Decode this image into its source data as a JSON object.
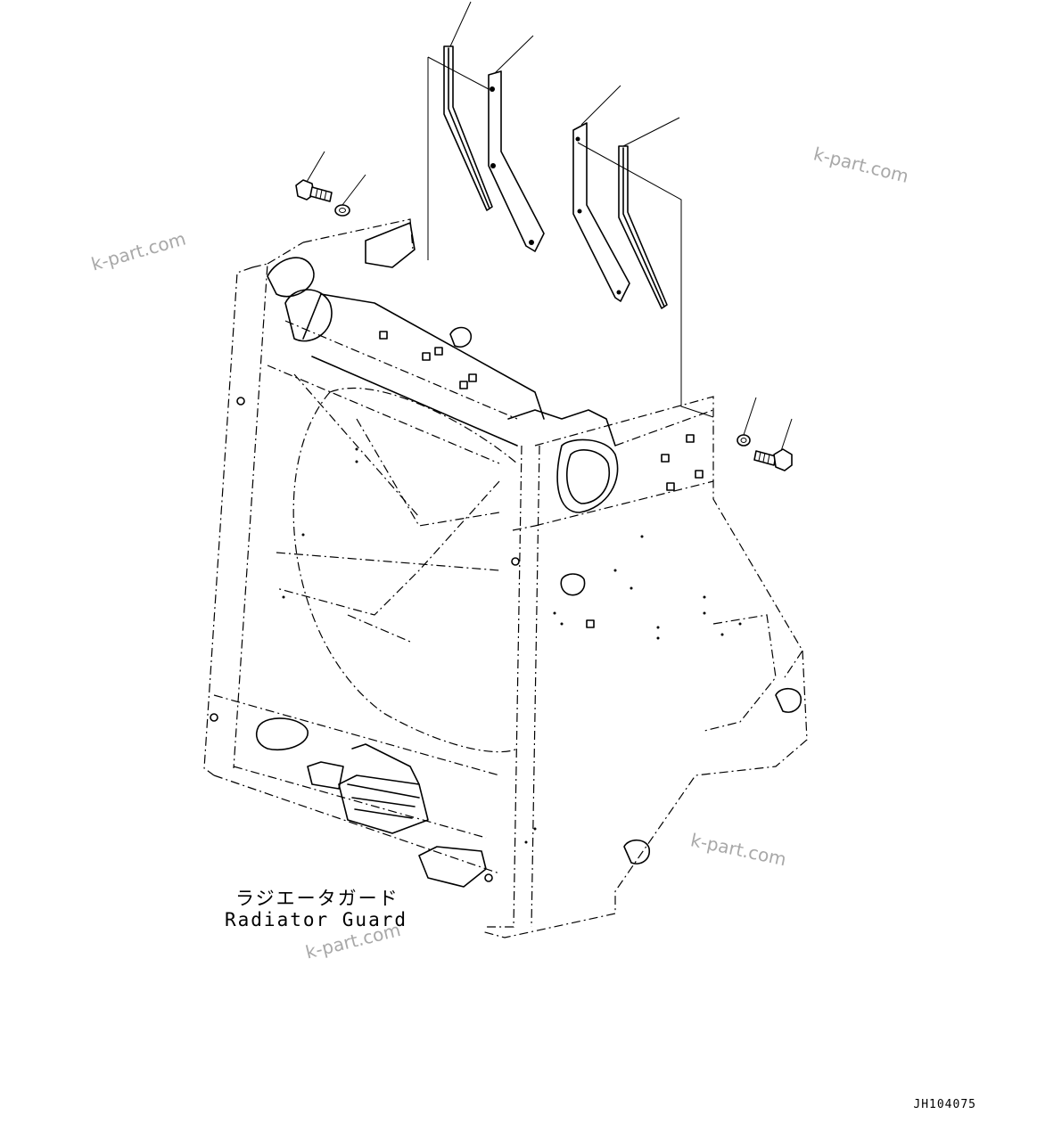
{
  "caption": {
    "japanese": "ラジエータガード",
    "english": "Radiator Guard"
  },
  "drawing_id": "JH104075",
  "watermarks": [
    "k-part.com",
    "k-part.com",
    "k-part.com",
    "k-part.com"
  ],
  "colors": {
    "ink": "#000000",
    "watermark": "#a8a8a8",
    "background": "#ffffff"
  }
}
